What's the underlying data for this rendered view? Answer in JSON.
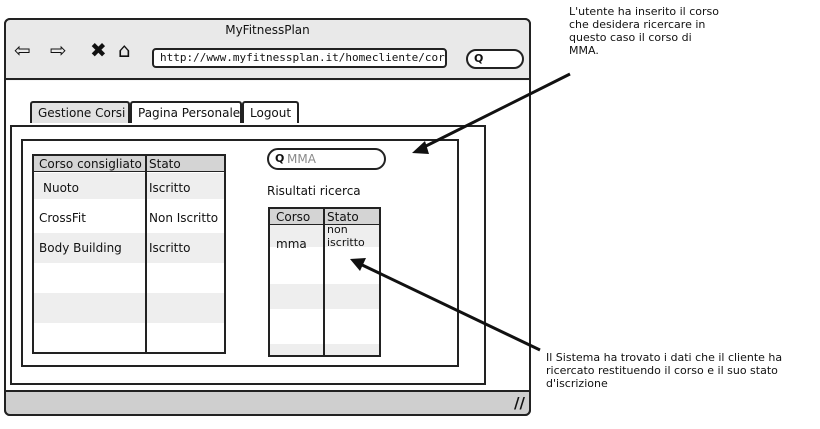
{
  "window": {
    "title": "MyFitnessPlan"
  },
  "toolbar": {
    "url": "http://www.myfitnessplan.it/homecliente/corsi",
    "icons": {
      "back": "back-arrow-icon",
      "forward": "forward-arrow-icon",
      "stop": "close-icon",
      "home": "home-icon",
      "search": "search-icon"
    }
  },
  "tabs": [
    {
      "label": "Gestione Corsi",
      "active": true
    },
    {
      "label": "Pagina Personale",
      "active": false
    },
    {
      "label": "Logout",
      "active": false
    }
  ],
  "recommended_table": {
    "headers": [
      "Corso consigliato",
      "Stato"
    ],
    "rows": [
      [
        "Nuoto",
        "Iscritto"
      ],
      [
        "CrossFit",
        "Non Iscritto"
      ],
      [
        "Body Building",
        "Iscritto"
      ]
    ]
  },
  "search": {
    "value": "MMA",
    "results_label": "Risultati ricerca"
  },
  "results_table": {
    "headers": [
      "Corso",
      "Stato"
    ],
    "rows": [
      [
        "mma",
        "non iscritto"
      ]
    ]
  },
  "annotations": {
    "top_right": [
      "L'utente ha inserito il corso",
      "che desidera ricercare in",
      "questo caso il corso di",
      "MMA."
    ],
    "bottom_right": [
      "Il Sistema ha trovato i dati che il cliente ha",
      "ricercato restituendo il corso e il suo stato",
      "d'iscrizione"
    ]
  }
}
